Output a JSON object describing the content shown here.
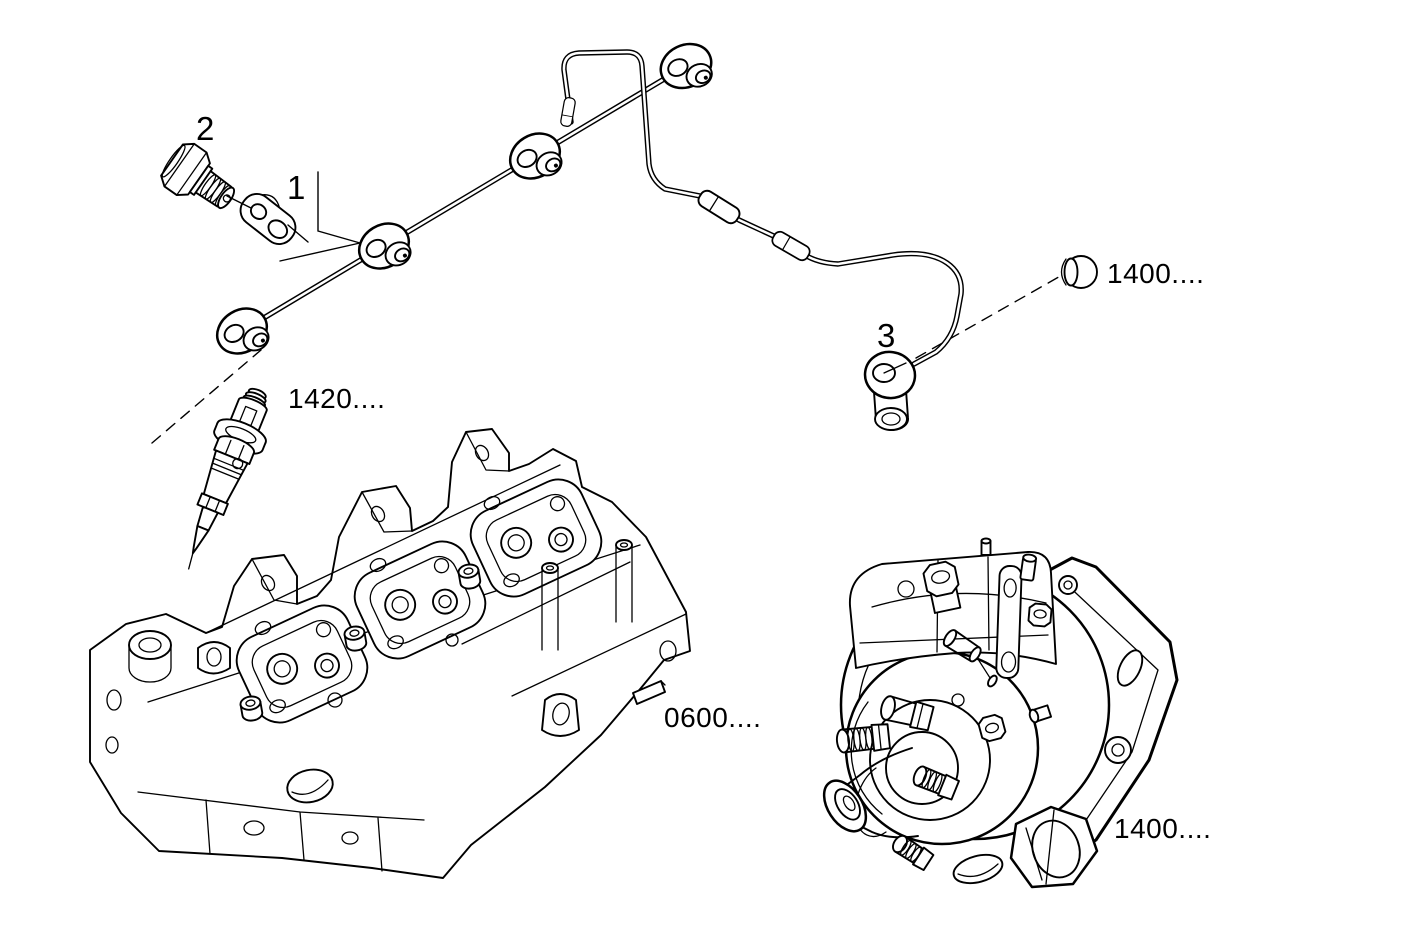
{
  "figure": {
    "type": "exploded-parts-line-diagram",
    "background_color": "#ffffff",
    "line_color": "#000000"
  },
  "callouts": {
    "item_1": "1",
    "item_2": "2",
    "item_3": "3",
    "cap_ref": "1400....",
    "injector_ref": "1420....",
    "cylinder_head_ref": "0600....",
    "pump_ref": "1400...."
  }
}
